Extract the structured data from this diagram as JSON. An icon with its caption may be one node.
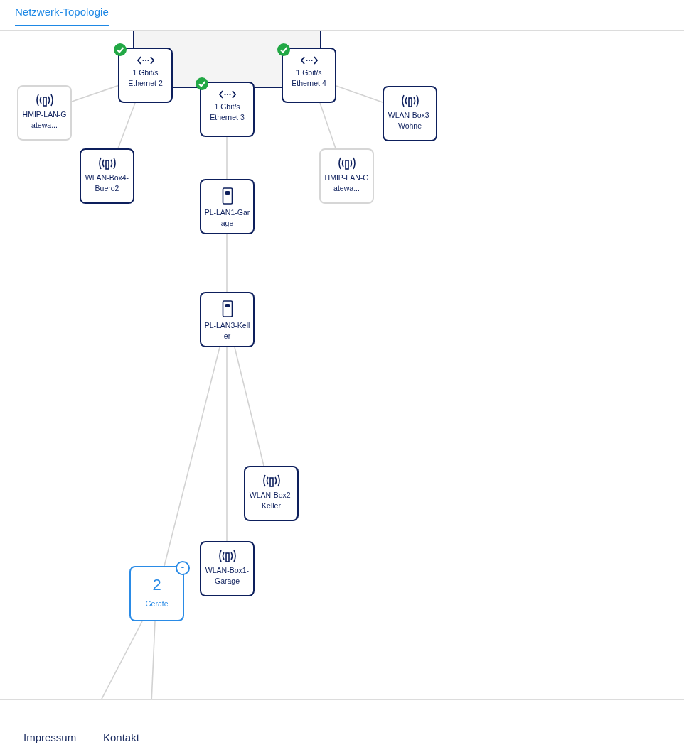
{
  "diagram": {
    "title": "Netzwerk-Topologie",
    "nodes": [
      {
        "text": [],
        "shape": "box"
      },
      {
        "text": [
          "1 Gbit/s Ethernet 2"
        ]
      },
      {
        "text": [
          "1 Gbit/s Ethernet 3"
        ]
      },
      {
        "text": [
          "1 Gbit/s Ethernet 4"
        ]
      },
      {
        "text": [
          "HMIP-LAN-G atewa..."
        ]
      },
      {
        "text": [
          "WLAN-Box4-Buero2"
        ]
      },
      {
        "text": [
          "HMIP-LAN-G atewa..."
        ]
      },
      {
        "text": [
          "WLAN-Box3-Wohne"
        ]
      },
      {
        "text": [
          "PL-LAN1-Gar age"
        ]
      },
      {
        "text": [
          "PL-LAN3-Kell er"
        ]
      },
      {
        "text": [
          "WLAN-Box2-Keller"
        ]
      },
      {
        "text": [
          "WLAN-Box1-Garage"
        ]
      },
      {
        "text": [
          "2",
          "Geräte"
        ]
      }
    ],
    "edges": [
      {
        "from": 1,
        "to": 4,
        "arrow": "none"
      },
      {
        "from": 1,
        "to": 5,
        "arrow": "none"
      },
      {
        "from": 2,
        "to": 8,
        "arrow": "none"
      },
      {
        "from": 3,
        "to": 7,
        "arrow": "none"
      },
      {
        "from": 3,
        "to": 6,
        "arrow": "none"
      },
      {
        "from": 8,
        "to": 9,
        "arrow": "none"
      },
      {
        "from": 9,
        "to": 12,
        "arrow": "none"
      },
      {
        "from": 9,
        "to": 11,
        "arrow": "none"
      },
      {
        "from": 9,
        "to": 10,
        "arrow": "none"
      },
      {
        "from": 12,
        "to": null,
        "arrow": "none"
      },
      {
        "from": 12,
        "to": null,
        "arrow": "none"
      }
    ],
    "labels": [
      "-",
      "Impressum",
      "Kontakt"
    ]
  }
}
